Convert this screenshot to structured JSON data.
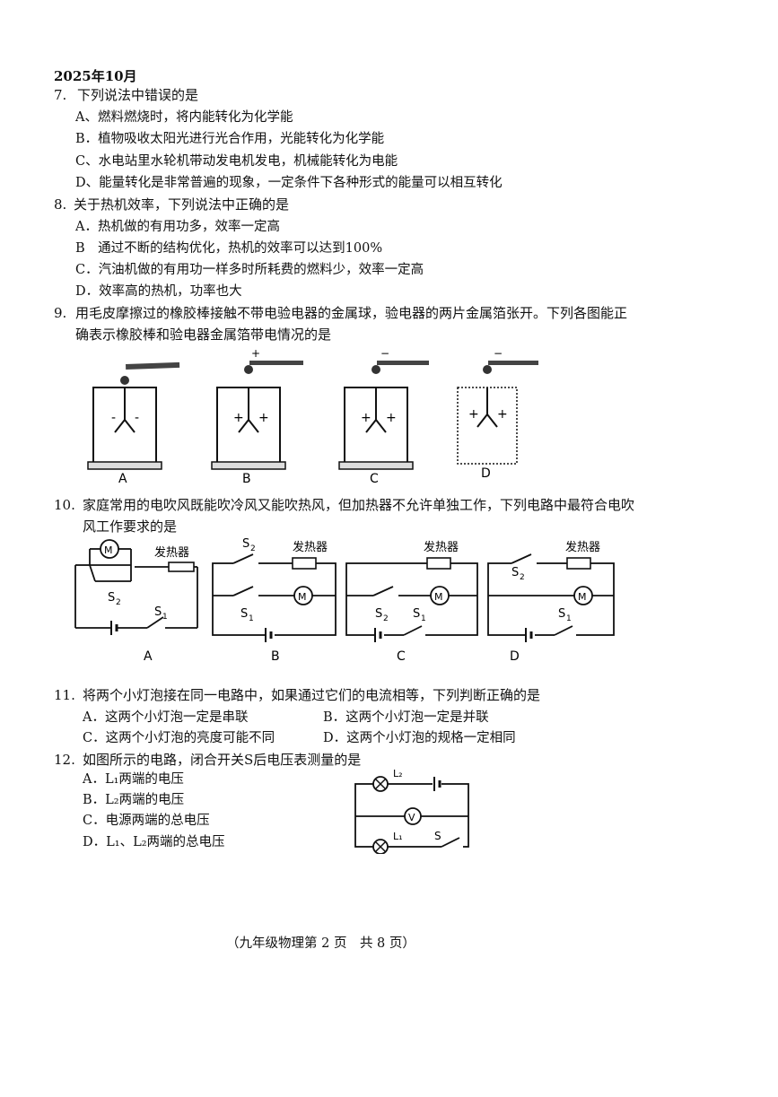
{
  "header": {
    "date": "2025年10月"
  },
  "q7": {
    "num": "7.",
    "stem": "下列说法中错误的是",
    "options": [
      "A、燃料燃烧时，将内能转化为化学能",
      "B．植物吸收太阳光进行光合作用，光能转化为化学能",
      "C、水电站里水轮机带动发电机发电，机械能转化为电能",
      "D、能量转化是非常普遍的现象，一定条件下各种形式的能量可以相互转化"
    ]
  },
  "q8": {
    "num": "8.",
    "stem": "关于热机效率，下列说法中正确的是",
    "options": [
      "A．热机做的有用功多，效率一定高",
      "B　通过不断的结构优化，热机的效率可以达到100%",
      "C．汽油机做的有用功一样多时所耗费的燃料少，效率一定高",
      "D．效率高的热机，功率也大"
    ]
  },
  "q9": {
    "num": "9.",
    "stem_line1": "用毛皮摩擦过的橡胶棒接触不带电验电器的金属球，验电器的两片金属箔张开。下列各图能正",
    "stem_line2": "确表示橡胶棒和验电器金属箔带电情况的是",
    "figures": [
      {
        "label": "A",
        "rod": "",
        "leaf_left": "-",
        "leaf_right": "-"
      },
      {
        "label": "B",
        "rod": "+",
        "leaf_left": "+",
        "leaf_right": "+"
      },
      {
        "label": "C",
        "rod": "−",
        "leaf_left": "+",
        "leaf_right": "+"
      },
      {
        "label": "D",
        "rod": "−",
        "leaf_left": "+",
        "leaf_right": "+"
      }
    ]
  },
  "q10": {
    "num": "10.",
    "stem_line1": "家庭常用的电吹风既能吹冷风又能吹热风，但加热器不允许单独工作，下列电路中最符合电吹",
    "stem_line2": "风工作要求的是",
    "heater": "发热器",
    "motor": "M",
    "s1": "S",
    "s2": "S",
    "sub1": "1",
    "sub2": "2",
    "labels": [
      "A",
      "B",
      "C",
      "D"
    ]
  },
  "q11": {
    "num": "11.",
    "stem": "将两个小灯泡接在同一电路中，如果通过它们的电流相等，下列判断正确的是",
    "options": [
      "A．这两个小灯泡一定是串联",
      "B．这两个小灯泡一定是并联",
      "C．这两个小灯泡的亮度可能不同",
      "D．这两个小灯泡的规格一定相同"
    ]
  },
  "q12": {
    "num": "12.",
    "stem": "如图所示的电路，闭合开关S后电压表测量的是",
    "options": [
      "A．L₁两端的电压",
      "B．L₂两端的电压",
      "C．电源两端的总电压",
      "D．L₁、L₂两端的总电压"
    ],
    "l1": "L₁",
    "l2": "L₂",
    "v": "V",
    "s": "S"
  },
  "footer": "（九年级物理第 2 页　共 8 页）"
}
